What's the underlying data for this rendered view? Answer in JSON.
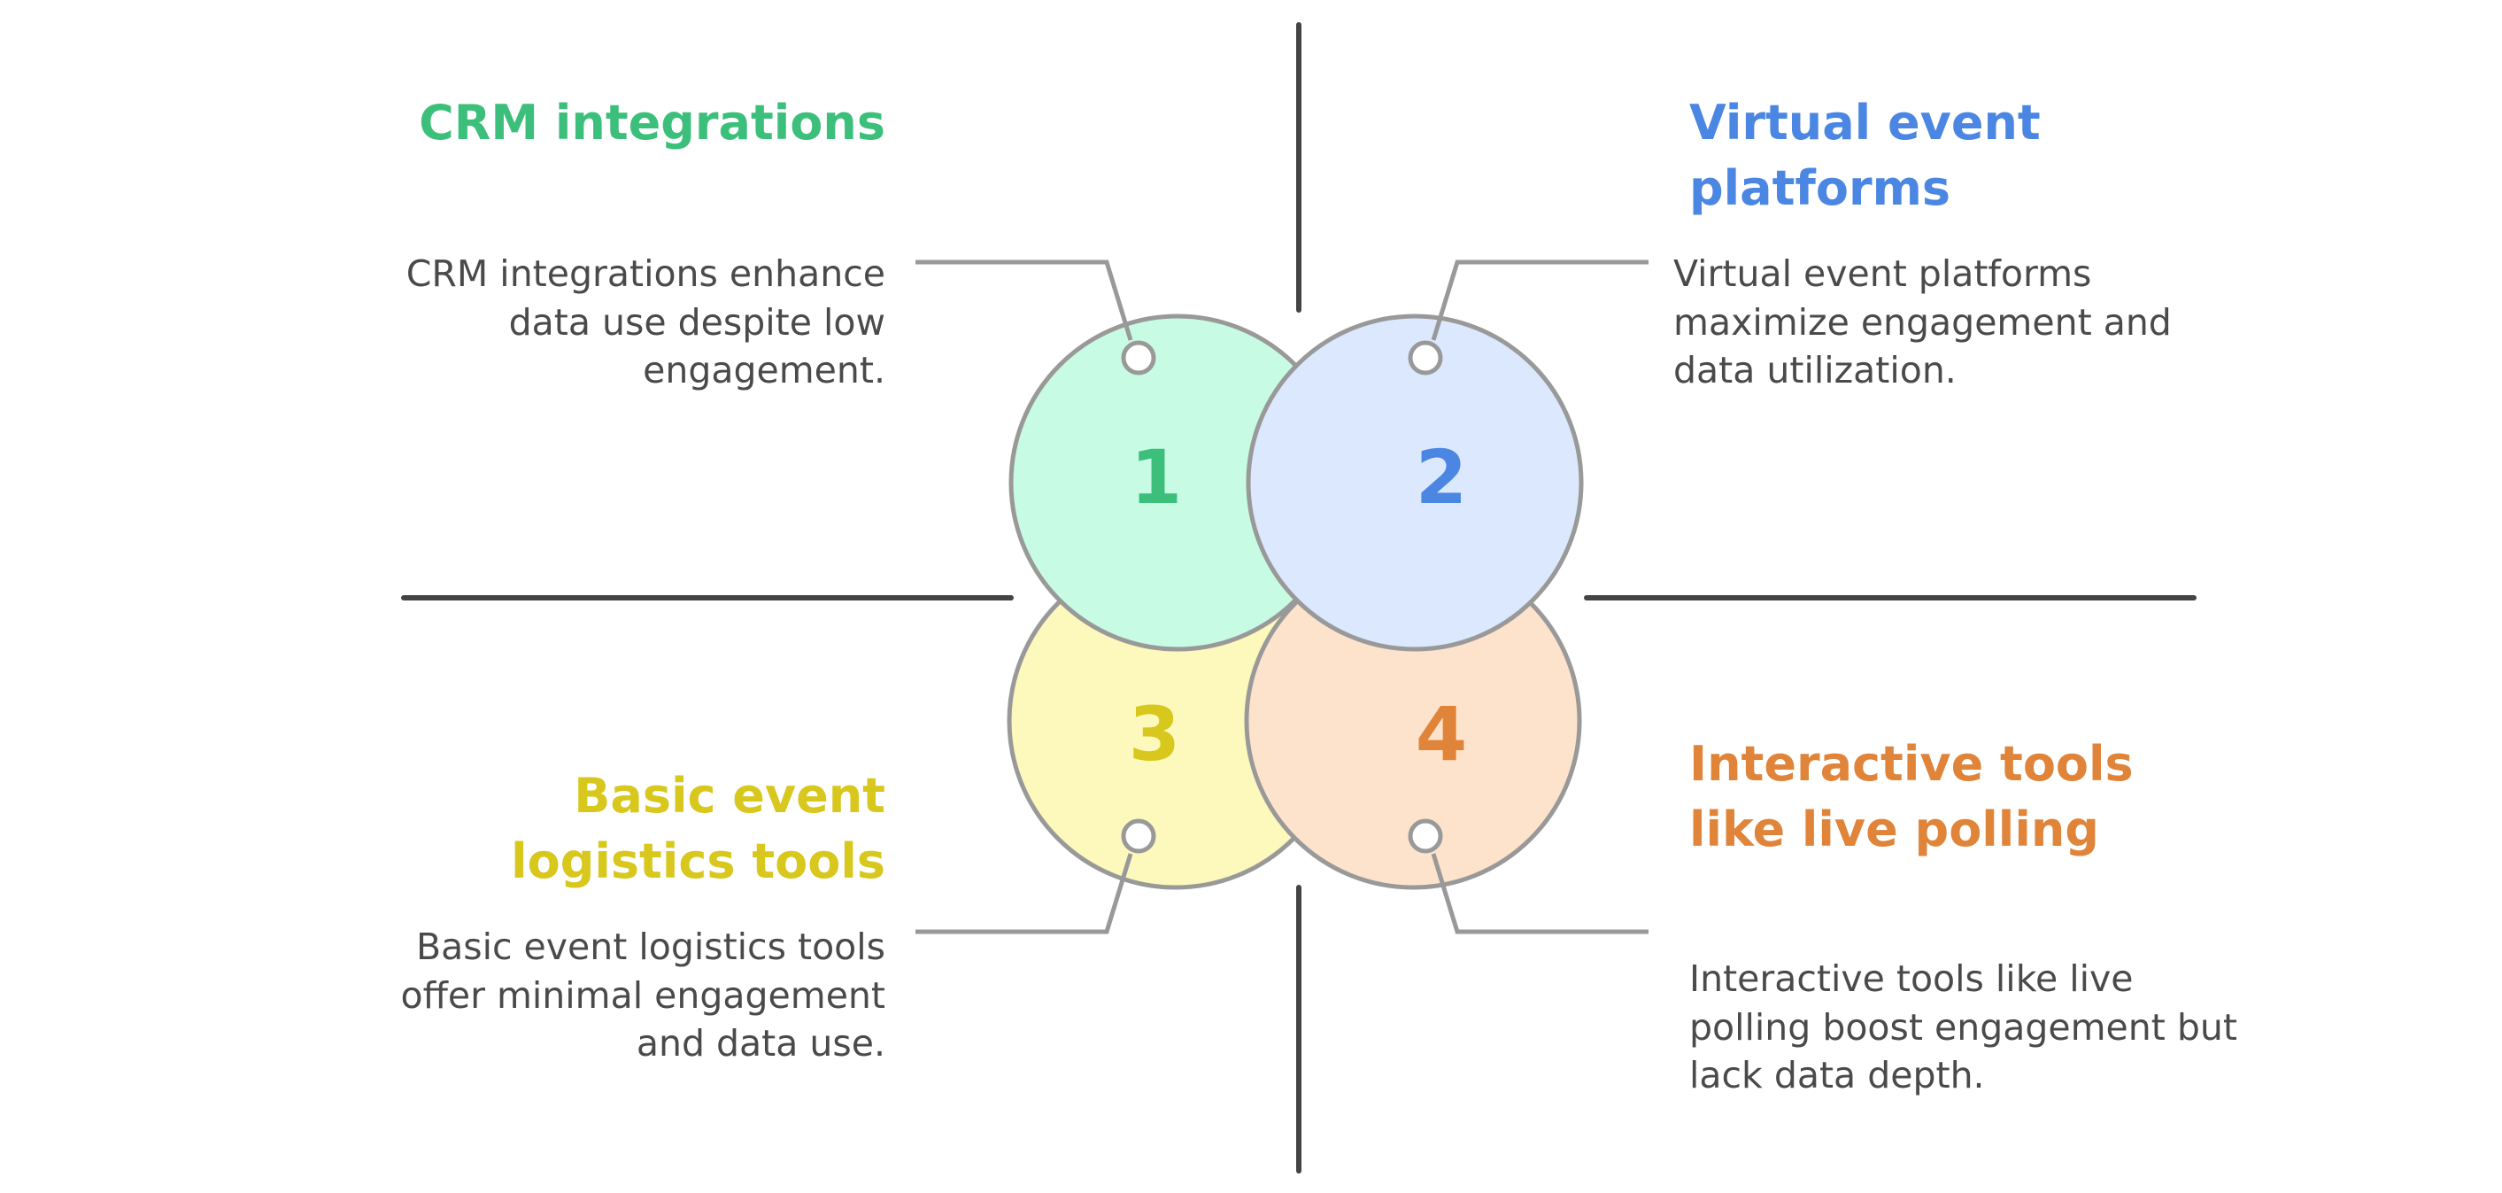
{
  "colors": {
    "green": "#3dbf7c",
    "blue": "#4a86e2",
    "yellow": "#d8c71c",
    "orange": "#e0843a",
    "green_fill": "#c8fbe3",
    "blue_fill": "#dce8fd",
    "yellow_fill": "#fdf8bb",
    "orange_fill": "#fde3cc",
    "outline": "#999999",
    "axis": "#444444",
    "desc_text": "#4a4a4a"
  },
  "quadrants": [
    {
      "number": "1",
      "title": "CRM integrations",
      "description": "CRM integrations enhance data use despite low engagement."
    },
    {
      "number": "2",
      "title": "Virtual event platforms",
      "description": "Virtual event platforms maximize engagement and data utilization."
    },
    {
      "number": "3",
      "title": "Basic event logistics tools",
      "description": "Basic event logistics tools offer minimal engagement and data use."
    },
    {
      "number": "4",
      "title": "Interactive tools like live polling",
      "description": "Interactive tools like live polling boost engagement but lack data depth."
    }
  ]
}
